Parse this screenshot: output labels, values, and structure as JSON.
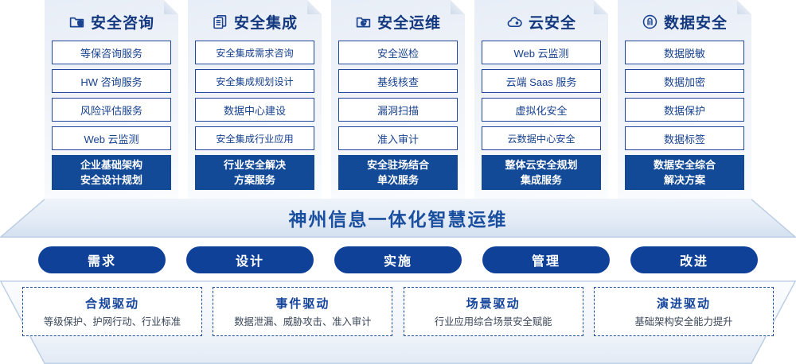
{
  "columns": [
    {
      "icon": "folder-shield-icon",
      "title": "安全咨询",
      "items": [
        "等保咨询服务",
        "HW 咨询服务",
        "风险评估服务",
        "Web 云监测"
      ],
      "footer": [
        "企业基础架构",
        "安全设计规划"
      ]
    },
    {
      "icon": "stacked-documents-icon",
      "title": "安全集成",
      "items": [
        "安全集成需求咨询",
        "安全集成规划设计",
        "数据中心建设",
        "安全集成行业应用"
      ],
      "footer": [
        "行业安全解决",
        "方案服务"
      ]
    },
    {
      "icon": "folder-chart-icon",
      "title": "安全运维",
      "items": [
        "安全巡检",
        "基线核查",
        "漏洞扫描",
        "准入审计"
      ],
      "footer": [
        "安全驻场结合",
        "单次服务"
      ]
    },
    {
      "icon": "cloud-icon",
      "title": "云安全",
      "items": [
        "Web 云监测",
        "云端 Saas 服务",
        "虚拟化安全",
        "云数据中心安全"
      ],
      "footer": [
        "整体云安全规划",
        "集成服务"
      ]
    },
    {
      "icon": "fingerprint-icon",
      "title": "数据安全",
      "items": [
        "数据脱敏",
        "数据加密",
        "数据保护",
        "数据标签"
      ],
      "footer": [
        "数据安全综合",
        "解决方案"
      ]
    }
  ],
  "banner": {
    "text": "神州信息一体化智慧运维"
  },
  "pills": [
    {
      "label": "需求"
    },
    {
      "label": "设计"
    },
    {
      "label": "实施"
    },
    {
      "label": "管理"
    },
    {
      "label": "改进"
    }
  ],
  "drivers": [
    {
      "title": "合规驱动",
      "subtitle": "等级保护、护网行动、行业标准"
    },
    {
      "title": "事件驱动",
      "subtitle": "数据泄漏、威胁攻击、准入审计"
    },
    {
      "title": "场景驱动",
      "subtitle": "行业应用综合场景安全赋能"
    },
    {
      "title": "演进驱动",
      "subtitle": "基础架构安全能力提升"
    }
  ],
  "colors": {
    "deep_blue": "#134a97",
    "border_blue": "#20479b",
    "pill_blue": "#0f4199",
    "title_blue": "#14387f",
    "panel_bg": "#eef2f8"
  }
}
